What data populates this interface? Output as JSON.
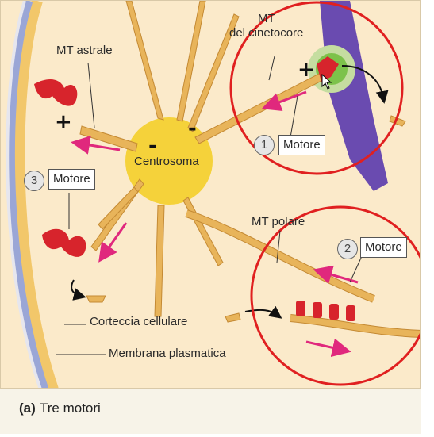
{
  "labels": {
    "mt_astrale": "MT astrale",
    "mt_cinetocore_line1": "MT",
    "mt_cinetocore_line2": "del cinetocore",
    "centrosoma": "Centrosoma",
    "mt_polare": "MT polare",
    "corteccia": "Corteccia cellulare",
    "membrana": "Membrana plasmatica"
  },
  "motors": [
    {
      "number": "1",
      "label": "Motore"
    },
    {
      "number": "2",
      "label": "Motore"
    },
    {
      "number": "3",
      "label": "Motore"
    }
  ],
  "signs": {
    "plus": "+",
    "minus": "-"
  },
  "caption": {
    "letter": "(a)",
    "text": "Tre motori"
  },
  "colors": {
    "background": "#fbeaca",
    "centrosome": "#f5d23a",
    "microtubule": "#e8b45a",
    "motor": "#d7242c",
    "arrow": "#e0287d",
    "highlight_circle": "#e02020",
    "chromosome": "#6a4bb0",
    "kinetochore": "#7cc24a",
    "membrane": "#9aa6d6"
  },
  "icons": {
    "cursor": "mouse-pointer-icon"
  }
}
